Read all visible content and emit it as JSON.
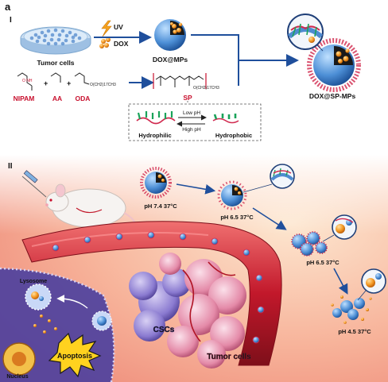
{
  "panel_letter": "a",
  "section_one": "I",
  "section_two": "II",
  "top": {
    "tumor_cells": "Tumor cells",
    "uv": "UV",
    "dox_reagent": "DOX",
    "dox_mps": "DOX@MPs",
    "dox_sp_mps": "DOX@SP-MPs",
    "nipam": "NIPAM",
    "aa": "AA",
    "oda": "ODA",
    "plus1": "+",
    "plus2": "+",
    "oda_chain": "O(CH2)17CH3",
    "sp_chain": "O(CH2)17CH3",
    "sp": "SP",
    "low_ph": "Low pH",
    "high_ph": "High pH",
    "hydrophilic": "Hydrophilic",
    "hydrophobic": "Hydrophobic"
  },
  "bottom": {
    "ph1": "pH 7.4 37°C",
    "ph2": "pH 6.5 37°C",
    "ph3": "pH 6.5 37°C",
    "ph4": "pH 4.5 37°C",
    "lysosome": "Lysosome",
    "nucleus": "Nucleus",
    "apoptosis": "Apoptosis",
    "cscs": "CSCs",
    "tumor_cells": "Tumor cells"
  },
  "colors": {
    "arrow_blue": "#1f4f9c",
    "vessel_red": "#c2182b",
    "label_red": "#c8102e",
    "particle_orange": "#f08a1c",
    "apoptosis_yellow": "#ffd21f"
  }
}
